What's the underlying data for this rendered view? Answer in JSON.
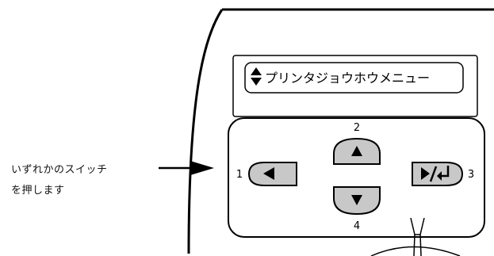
{
  "display": {
    "menu_text": "プリンタジョウホウメニュー"
  },
  "buttons": [
    {
      "number": "1",
      "symbol": "left-arrow"
    },
    {
      "number": "2",
      "symbol": "up-arrow"
    },
    {
      "number": "3",
      "symbol": "play-enter"
    },
    {
      "number": "4",
      "symbol": "down-arrow"
    }
  ],
  "callout": {
    "line1": "いずれかのスイッチ",
    "line2": "を押します"
  },
  "colors": {
    "outline": "#000000",
    "button_fill": "#c8c8c8",
    "background": "#ffffff"
  }
}
